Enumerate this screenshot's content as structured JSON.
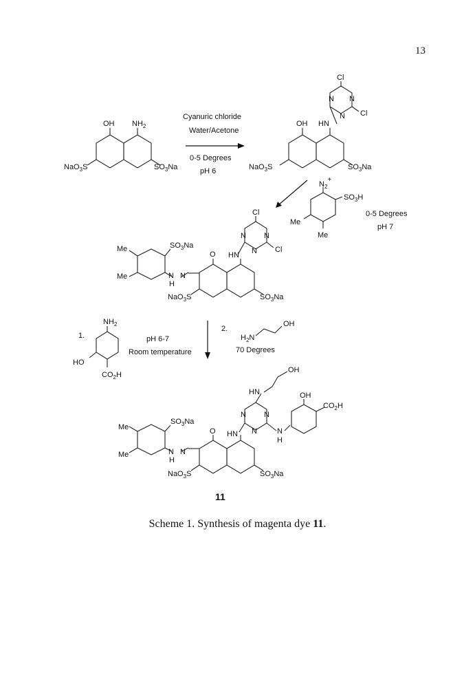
{
  "page_number": "13",
  "step1": {
    "reagent": "Cyanuric chloride",
    "solvent": "Water/Acetone",
    "temperature": "0-5 Degrees",
    "ph": "pH 6"
  },
  "step2": {
    "temperature": "0-5 Degrees",
    "ph": "pH 7",
    "diazonium_labels": {
      "n2": "N",
      "charge": "+",
      "so3h": "SO3H",
      "me": "Me"
    }
  },
  "step3": {
    "label_1": "1.",
    "ph": "pH 6-7",
    "temperature": "Room temperature",
    "label_2": "2.",
    "conditions": "70 Degrees"
  },
  "atom_labels": {
    "oh": "OH",
    "nh2": "NH",
    "hn": "HN",
    "cl": "Cl",
    "n": "N",
    "o": "O",
    "me": "Me",
    "h": "H",
    "ho": "HO"
  },
  "compound_number": "11",
  "caption": {
    "prefix": "Scheme 1.  Synthesis of magenta dye ",
    "number": "11",
    "suffix": "."
  }
}
